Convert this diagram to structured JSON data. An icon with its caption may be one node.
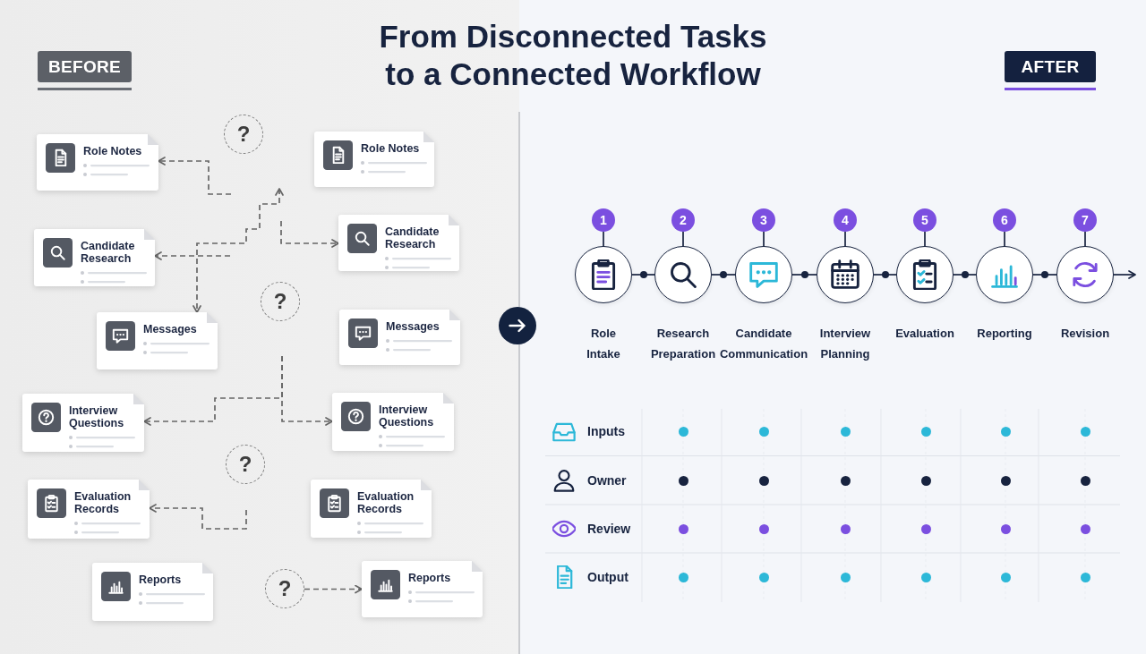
{
  "diagram": {
    "title": "From Disconnected Tasks to a Connected Workflow",
    "nodes": [
      {
        "text": [
          "Role Notes"
        ]
      },
      {
        "text": [
          "Candidate Research"
        ]
      },
      {
        "text": [
          "Messages"
        ]
      },
      {
        "text": [
          "Interview Questions"
        ]
      },
      {
        "text": [
          "Evaluation Records"
        ]
      },
      {
        "text": [
          "Reports"
        ]
      },
      {
        "text": [
          "?"
        ]
      },
      {
        "text": [
          "?"
        ]
      },
      {
        "text": [
          "?"
        ]
      },
      {
        "text": [
          "?"
        ]
      },
      {
        "text": [
          "Role Notes"
        ]
      },
      {
        "text": [
          "Candidate Research"
        ]
      },
      {
        "text": [
          "Messages"
        ]
      },
      {
        "text": [
          "Interview Questions"
        ]
      },
      {
        "text": [
          "Evaluation Records"
        ]
      },
      {
        "text": [
          "Reports"
        ]
      },
      {
        "text": [
          "1"
        ]
      },
      {
        "text": [
          "Role Intake"
        ]
      },
      {
        "text": [
          "2"
        ]
      },
      {
        "text": [
          "Research Preparation"
        ]
      },
      {
        "text": [
          "3"
        ]
      },
      {
        "text": [
          "Candidate Communication"
        ]
      },
      {
        "text": [
          "4"
        ]
      },
      {
        "text": [
          "Interview Planning"
        ]
      },
      {
        "text": [
          "5"
        ]
      },
      {
        "text": [
          "Evaluation"
        ]
      },
      {
        "text": [
          "6"
        ]
      },
      {
        "text": [
          "Reporting"
        ]
      },
      {
        "text": [
          "7"
        ]
      },
      {
        "text": [
          "Revision"
        ]
      }
    ],
    "edges": [
      {
        "from": null,
        "to": 0,
        "arrow": "to",
        "style": "dashed",
        "color": "#666666"
      },
      {
        "from": null,
        "to": 1,
        "arrow": "to",
        "style": "dashed",
        "color": "#666666"
      },
      {
        "from": null,
        "to": 2,
        "arrow": "both",
        "style": "dashed",
        "color": "#666666"
      },
      {
        "from": null,
        "to": 11,
        "arrow": "to",
        "style": "dashed",
        "color": "#666666"
      },
      {
        "from": null,
        "to": 3,
        "arrow": "to",
        "style": "dashed",
        "color": "#666666"
      },
      {
        "from": null,
        "to": 13,
        "arrow": "to",
        "style": "dashed",
        "color": "#666666"
      },
      {
        "from": null,
        "to": 4,
        "arrow": "to",
        "style": "dashed",
        "color": "#666666"
      },
      {
        "from": 9,
        "to": 15,
        "arrow": "to",
        "style": "dashed",
        "color": "#666666"
      },
      {
        "from": 16,
        "to": 17,
        "arrow": "none"
      },
      {
        "from": 18,
        "to": 19,
        "arrow": "none"
      },
      {
        "from": 20,
        "to": 21,
        "arrow": "none"
      },
      {
        "from": 22,
        "to": 23,
        "arrow": "none"
      },
      {
        "from": 24,
        "to": 25,
        "arrow": "none"
      },
      {
        "from": 26,
        "to": 27,
        "arrow": "none"
      },
      {
        "from": 28,
        "to": 29,
        "arrow": "none"
      },
      {
        "from": 17,
        "to": 19,
        "arrow": "none"
      },
      {
        "from": 19,
        "to": 21,
        "arrow": "none"
      },
      {
        "from": 21,
        "to": 23,
        "arrow": "none"
      },
      {
        "from": 23,
        "to": 25,
        "arrow": "none"
      },
      {
        "from": 25,
        "to": 27,
        "arrow": "none"
      },
      {
        "from": 27,
        "to": 29,
        "arrow": "none"
      },
      {
        "from": 29,
        "to": null,
        "arrow": "to"
      }
    ],
    "labels": [
      "BEFORE",
      "AFTER",
      "Inputs",
      "Owner",
      "Review",
      "Output"
    ]
  }
}
